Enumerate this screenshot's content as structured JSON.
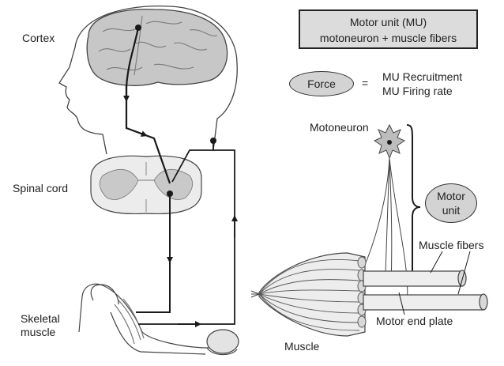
{
  "labels": {
    "cortex": "Cortex",
    "spinal_cord": "Spinal cord",
    "skeletal_muscle_line1": "Skeletal",
    "skeletal_muscle_line2": "muscle",
    "motoneuron": "Motoneuron",
    "muscle_fibers": "Muscle fibers",
    "motor_end_plate": "Motor end plate",
    "muscle": "Muscle"
  },
  "motor_unit_box": {
    "title": "Motor unit (MU)",
    "subtitle": "motoneuron + muscle fibers"
  },
  "force_equation": {
    "force": "Force",
    "equals": "=",
    "term1": "MU Recruitment",
    "term2": "MU Firing rate"
  },
  "motor_unit_ellipse": {
    "line1": "Motor",
    "line2": "unit"
  },
  "colors": {
    "fill_gray": "#d3d3d3",
    "line_dark": "#1a1a1a"
  }
}
